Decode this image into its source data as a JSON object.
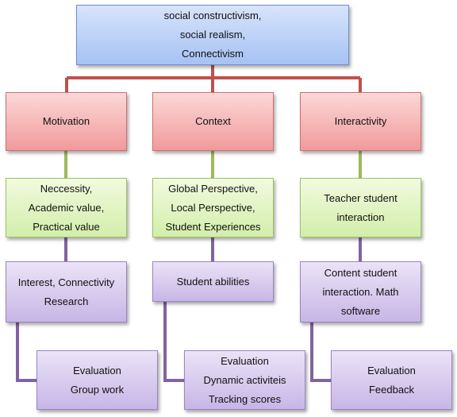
{
  "diagram": {
    "root": {
      "lines": [
        "social constructivism,",
        "social realism,",
        "Connectivism"
      ]
    },
    "columns": [
      {
        "header": "Motivation",
        "level2": [
          "Neccessity,",
          "Academic value,",
          "Practical value"
        ],
        "level3": [
          "Interest, Connectivity",
          "Research"
        ],
        "level4": [
          "Evaluation",
          "Group work"
        ]
      },
      {
        "header": "Context",
        "level2": [
          "Global Perspective,",
          "Local Perspective,",
          "Student  Experiences"
        ],
        "level3": [
          "Student  abilities"
        ],
        "level4": [
          "Evaluation",
          "Dynamic  activiteis",
          "Tracking scores"
        ]
      },
      {
        "header": "Interactivity",
        "level2": [
          "Teacher student",
          "interaction"
        ],
        "level3": [
          "Content  student",
          "interaction. Math",
          "software"
        ],
        "level4": [
          "Evaluation",
          "Feedback"
        ]
      }
    ],
    "colors": {
      "root": "#a6c2f4",
      "category": "#f19a9a",
      "level2": "#d2eeaa",
      "level3": "#c7b6e6",
      "connector_root": "#c0504d",
      "connector_green": "#9bbb59",
      "connector_purple": "#8064a2"
    }
  }
}
